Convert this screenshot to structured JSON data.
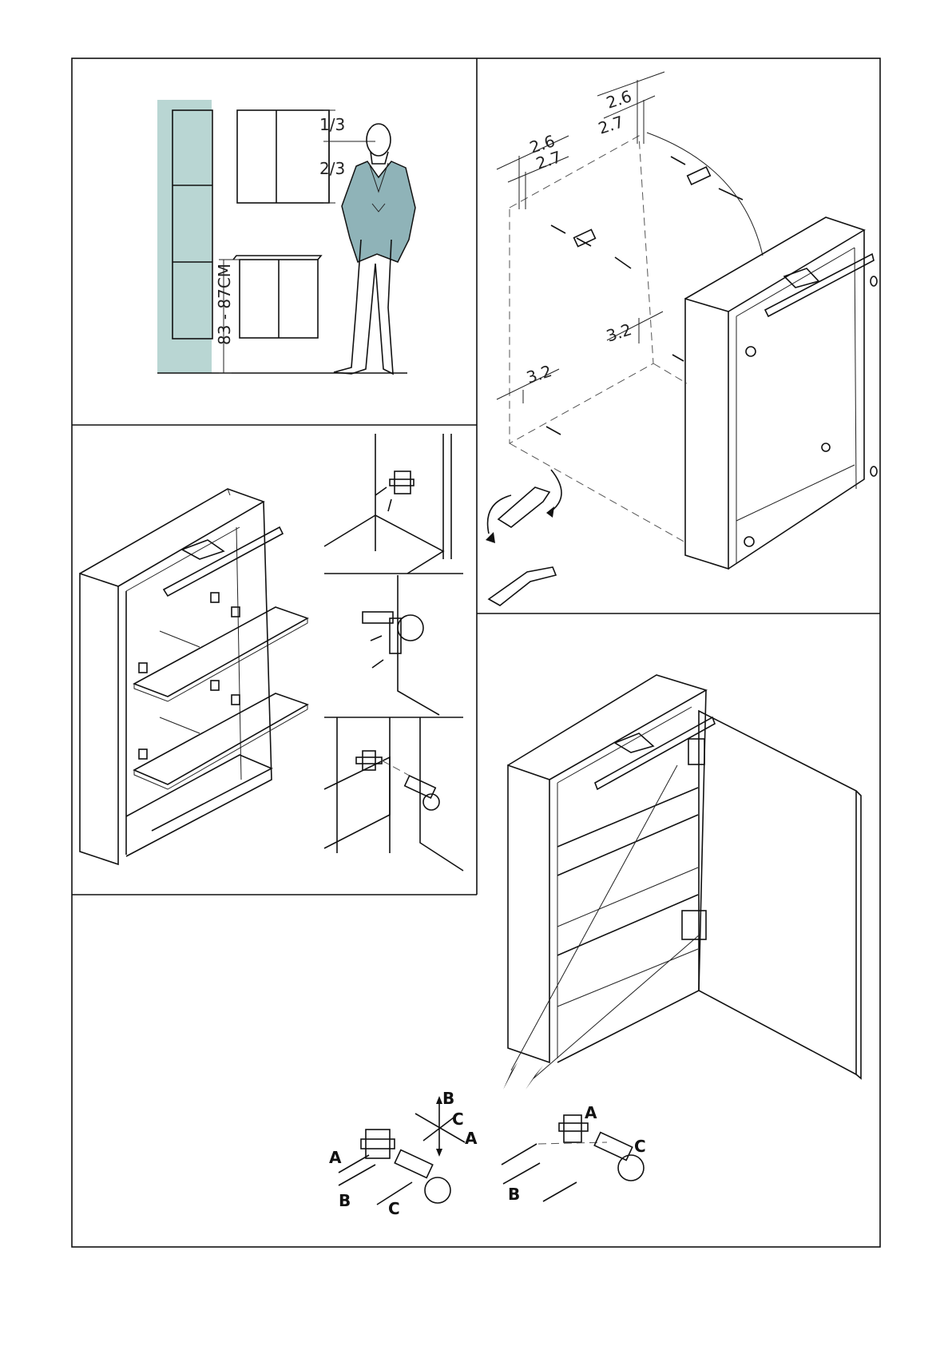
{
  "panel_height": {
    "fraction_top": "1/3",
    "fraction_bottom": "2/3",
    "mount_height": "83 - 87CM"
  },
  "panel_mount": {
    "pair1_a": "2.6",
    "pair1_b": "2.7",
    "pair2_a": "2.6",
    "pair2_b": "2.7",
    "depth_a": "3.2",
    "depth_b": "3.2"
  },
  "panel_adjust": {
    "axis_a": "A",
    "axis_b": "B",
    "axis_c": "C",
    "left_a": "A",
    "left_b": "B",
    "left_c": "C",
    "right_a": "A",
    "right_b": "B",
    "right_c": "C"
  },
  "colors": {
    "wall_tint": "#b9d6d3",
    "jacket": "#8fb3b8"
  }
}
